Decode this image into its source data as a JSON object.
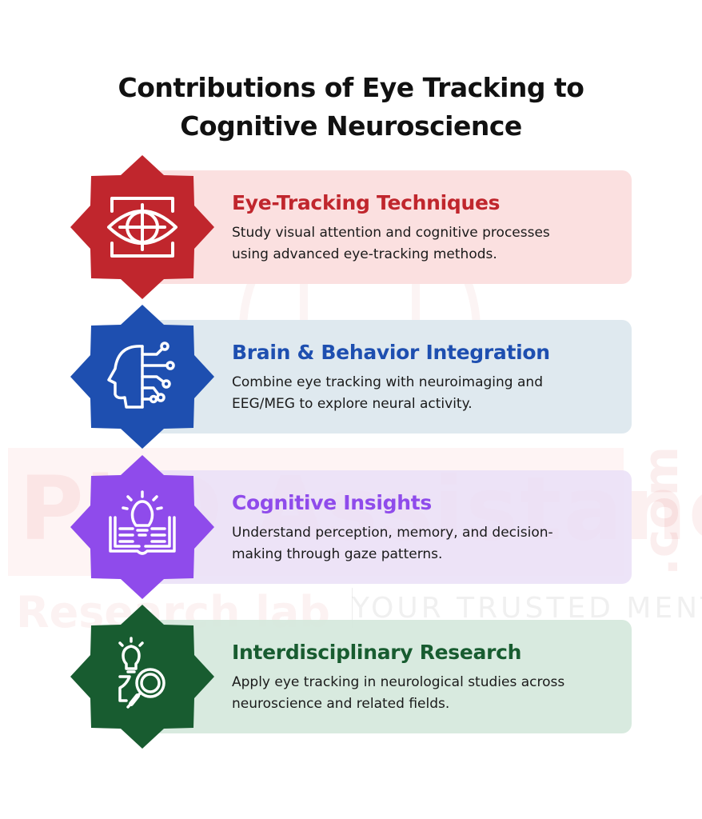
{
  "title": {
    "line1": "Contributions of Eye Tracking to",
    "line2": "Cognitive Neuroscience"
  },
  "watermark": {
    "brand": "PhD Assistance",
    "domain": ".com",
    "sub": "Research lab",
    "tagline": "YOUR TRUSTED MENTOR"
  },
  "cards": [
    {
      "title": "Eye-Tracking Techniques",
      "line1": "Study visual attention and cognitive processes",
      "line2": "using advanced eye-tracking methods.",
      "icon": "eye-scan-icon",
      "accent": "#C0262D",
      "background": "#FBDDDD"
    },
    {
      "title": "Brain & Behavior Integration",
      "line1": "Combine eye tracking with neuroimaging and",
      "line2": "EEG/MEG to explore neural activity.",
      "icon": "ai-head-icon",
      "accent": "#1E4FB0",
      "background": "#DCE7EE"
    },
    {
      "title": "Cognitive Insights",
      "line1": "Understand perception, memory, and decision-",
      "line2": "making through gaze patterns.",
      "icon": "lightbulb-book-icon",
      "accent": "#8F4BEB",
      "background": "#EBE0F7"
    },
    {
      "title": "Interdisciplinary Research",
      "line1": "Apply eye tracking in neurological studies across",
      "line2": "neuroscience and related fields.",
      "icon": "idea-search-icon",
      "accent": "#185C30",
      "background": "#D5E8DC"
    }
  ]
}
